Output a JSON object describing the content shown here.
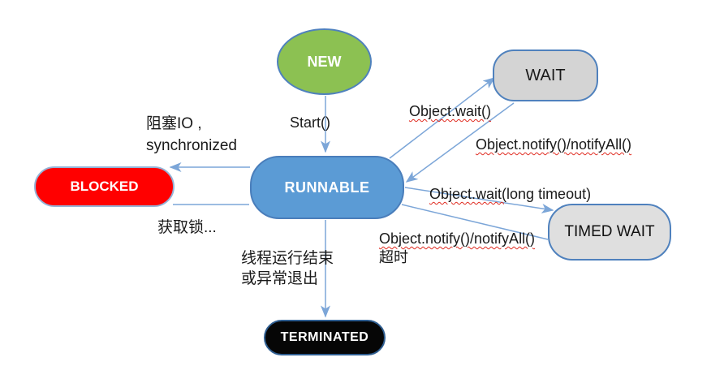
{
  "diagram": {
    "name": "java-thread-state-diagram",
    "background": "#ffffff"
  },
  "colors": {
    "arrow": "#7CA6D8",
    "node_border_blue": "#4F81BD",
    "new_fill": "#8CC152",
    "runnable_fill": "#5B9BD5",
    "blocked_fill": "#FF0000",
    "blocked_border": "#95B3D7",
    "wait_fill": "#D4D4D4",
    "timed_wait_fill": "#DFDFDF",
    "terminated_fill": "#060606",
    "spellcheck_squiggle": "#E02B20"
  },
  "states": {
    "new": {
      "label": "NEW"
    },
    "wait": {
      "label": "WAIT"
    },
    "blocked": {
      "label": "BLOCKED"
    },
    "runnable": {
      "label": "RUNNABLE"
    },
    "timed_wait": {
      "label": "TIMED WAIT"
    },
    "terminated": {
      "label": "TERMINATED"
    }
  },
  "edges": {
    "start": {
      "label": "Start()"
    },
    "runnable_to_wait": {
      "label": "Object.wait()"
    },
    "wait_to_runnable": {
      "label": "Object.notify()/notifyAll()"
    },
    "runnable_to_timed_wait": {
      "prefix": "Object.wait(",
      "suffix": "long timeout)"
    },
    "timed_wait_to_runnable": {
      "line1": "Object.notify()/notifyAll()",
      "line2": "超时"
    },
    "runnable_to_blocked": {
      "line1": "阻塞IO ,",
      "line2": "synchronized"
    },
    "blocked_to_runnable": {
      "label": "获取锁..."
    },
    "runnable_to_terminated": {
      "line1": "线程运行结束",
      "line2": "或异常退出"
    }
  }
}
